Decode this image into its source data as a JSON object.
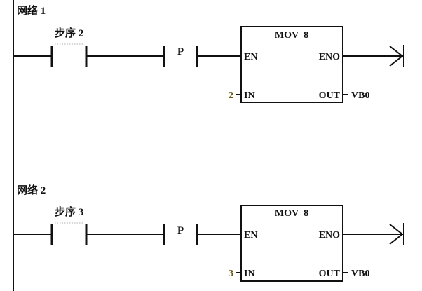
{
  "networks": [
    {
      "title": "网络 1",
      "contact_label": "步序 2",
      "edge_label": "P",
      "block": {
        "name": "MOV_8",
        "en": "EN",
        "eno": "ENO",
        "in_pin": "IN",
        "out_pin": "OUT",
        "in_value": "2",
        "out_value": "VB0"
      }
    },
    {
      "title": "网络 2",
      "contact_label": "步序 3",
      "edge_label": "P",
      "block": {
        "name": "MOV_8",
        "en": "EN",
        "eno": "ENO",
        "in_pin": "IN",
        "out_pin": "OUT",
        "in_value": "3",
        "out_value": "VB0"
      }
    }
  ],
  "colors": {
    "line": "#111111",
    "in_value": "#6b5a10",
    "background": "#ffffff"
  }
}
